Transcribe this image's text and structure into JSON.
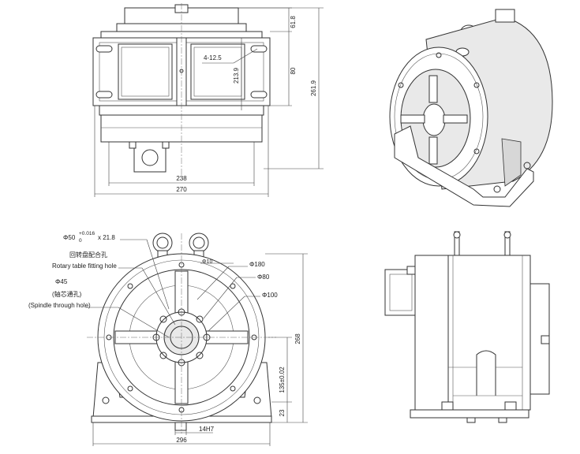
{
  "top_view": {
    "dim_61_8": "61.8",
    "dim_bolt": "4-12.5",
    "dim_213_9": "213.9",
    "dim_80": "80",
    "dim_261_9": "261.9",
    "dim_238": "238",
    "dim_270": "270"
  },
  "front_view": {
    "bore_dia": "Φ50",
    "tol_upper": "+0.016",
    "tol_lower": "0",
    "depth": "x 21.8",
    "fitting_hole_cn": "回转盘配合孔",
    "fitting_hole_en": "Rotary table fitting hole",
    "spindle_dia": "Φ45",
    "spindle_cn": "(轴芯通孔)",
    "spindle_en": "(Spindle through hole)",
    "dim_180": "Φ180",
    "dim_80": "Φ80",
    "dim_100": "Φ100",
    "dim_small": "Φ10",
    "dim_268": "268",
    "dim_135": "135±0.02",
    "dim_23": "23",
    "dim_14h7": "14H7",
    "dim_296": "296"
  },
  "colors": {
    "line": "#333333",
    "fill_light": "#e9e9e9",
    "fill_shade": "#d7d7d7",
    "background": "#ffffff"
  }
}
